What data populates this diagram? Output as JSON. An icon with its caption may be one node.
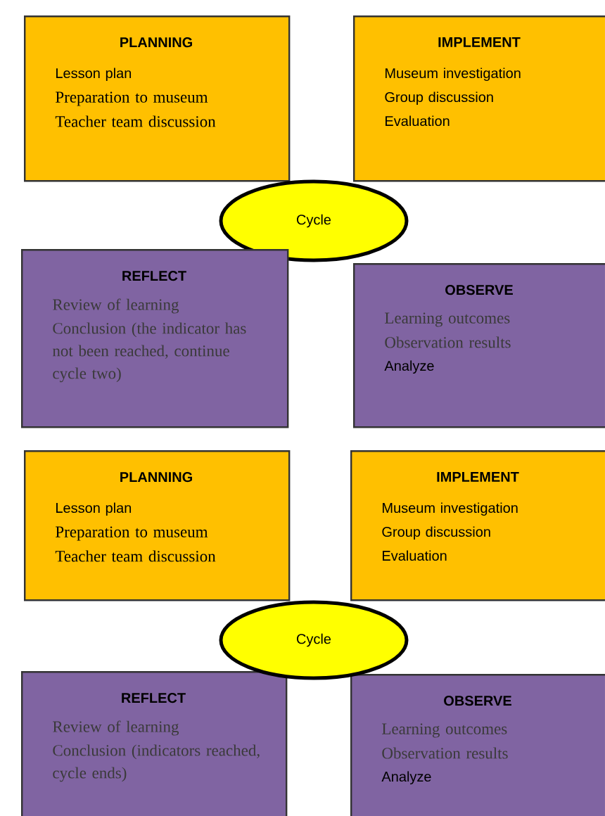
{
  "diagram": {
    "nodes": [
      {
        "text": [
          "PLANNING",
          "Lesson plan",
          "Preparation to museum",
          "Teacher team discussion"
        ]
      },
      {
        "text": [
          "IMPLEMENT",
          "Museum investigation",
          "Group discussion",
          "Evaluation"
        ]
      },
      {
        "text": [
          "Cycle"
        ]
      },
      {
        "text": [
          "REFLECT",
          "Review of learning",
          "Conclusion (the indicator has not been reached, continue cycle two)"
        ]
      },
      {
        "text": [
          "OBSERVE",
          "Learning outcomes",
          "Observation results",
          "Analyze"
        ]
      },
      {
        "text": [
          "PLANNING",
          "Lesson plan",
          "Preparation to museum",
          "Teacher team discussion"
        ]
      },
      {
        "text": [
          "IMPLEMENT",
          "Museum investigation",
          "Group discussion",
          "Evaluation"
        ]
      },
      {
        "text": [
          "Cycle"
        ]
      },
      {
        "text": [
          "REFLECT",
          "Review of learning",
          "Conclusion (indicators reached, cycle ends)"
        ]
      },
      {
        "text": [
          "OBSERVE",
          "Learning outcomes",
          "Observation results",
          "Analyze"
        ]
      }
    ]
  }
}
